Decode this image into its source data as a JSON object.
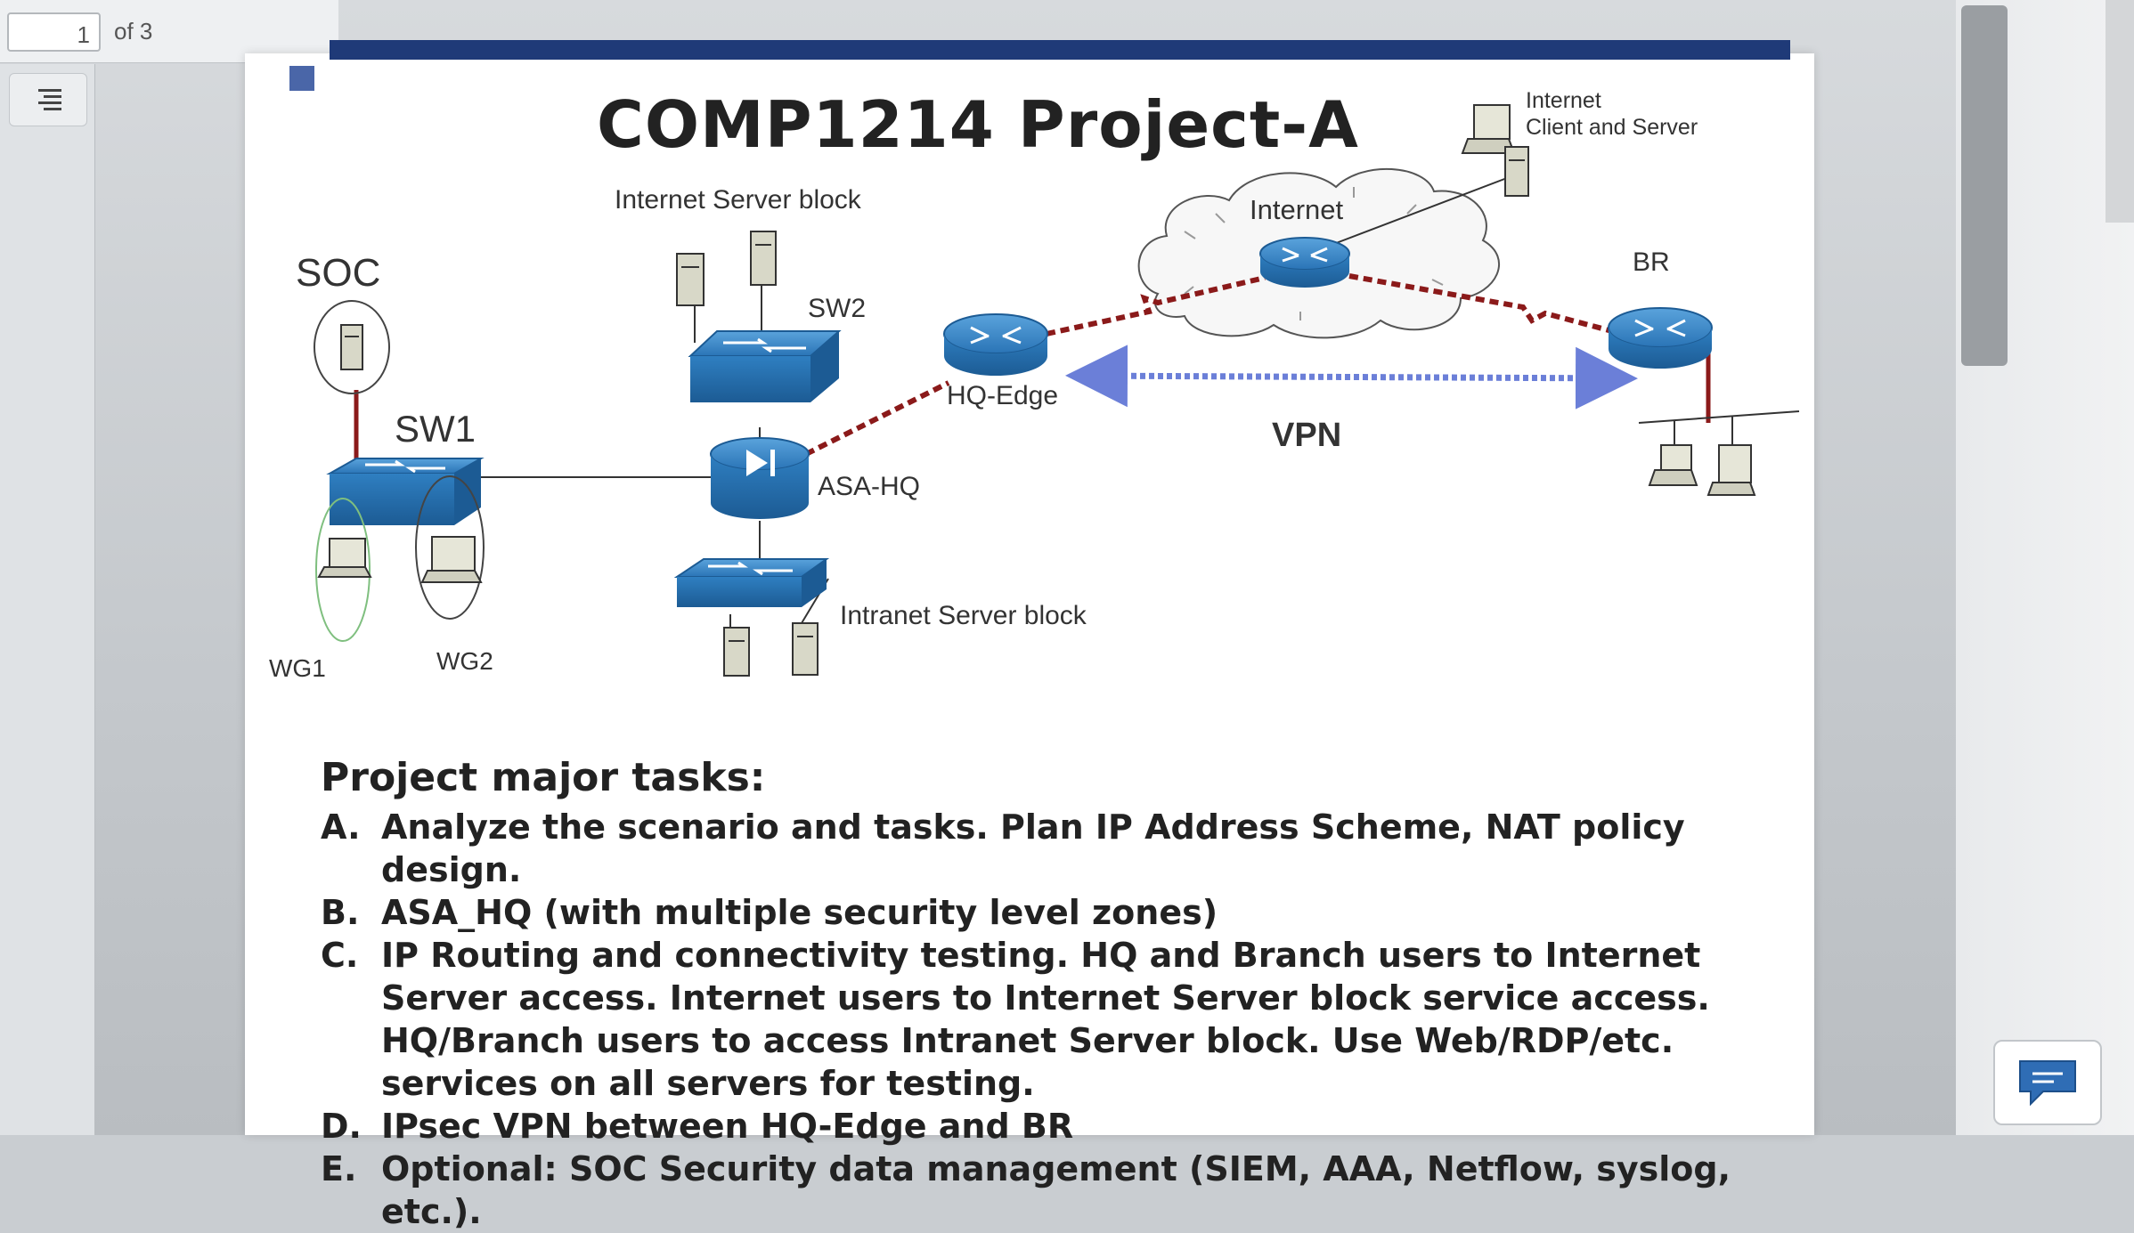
{
  "viewer": {
    "page_number": "1",
    "page_of": "of 3",
    "outline_icon": "outline-list-icon",
    "feedback_icon": "chat-feedback-icon"
  },
  "slide": {
    "title": "COMP1214 Project-A",
    "diagram": {
      "internet_client_server": "Internet\nClient and Server",
      "internet_client_line1": "Internet",
      "internet_client_line2": "Client and Server",
      "internet_server_block": "Internet Server block",
      "internet": "Internet",
      "br": "BR",
      "soc": "SOC",
      "sw2": "SW2",
      "sw1": "SW1",
      "hq_edge": "HQ-Edge",
      "vpn": "VPN",
      "asa_hq": "ASA-HQ",
      "intranet_server_block": "Intranet Server block",
      "wg1": "WG1",
      "wg2": "WG2"
    },
    "tasks": {
      "heading": "Project major tasks:",
      "items": [
        {
          "letter": "A.",
          "text": "Analyze the scenario and tasks. Plan IP Address Scheme, NAT policy design."
        },
        {
          "letter": "B.",
          "text": "ASA_HQ (with multiple security level zones)"
        },
        {
          "letter": "C.",
          "text": "IP Routing and connectivity testing. HQ and Branch users to Internet Server access. Internet users to Internet Server block service access. HQ/Branch users to access Intranet Server block. Use Web/RDP/etc. services on all servers for testing."
        },
        {
          "letter": "D.",
          "text": "IPsec  VPN   between  HQ-Edge and BR"
        },
        {
          "letter": "E.",
          "text": "Optional: SOC Security data management (SIEM, AAA, Netflow, syslog, etc.)."
        }
      ]
    }
  },
  "colors": {
    "device_blue": "#2f7fc1",
    "serial_link": "#8b1a1a",
    "vpn_link": "#6b7fd8",
    "title_bar": "#1f3a78"
  }
}
